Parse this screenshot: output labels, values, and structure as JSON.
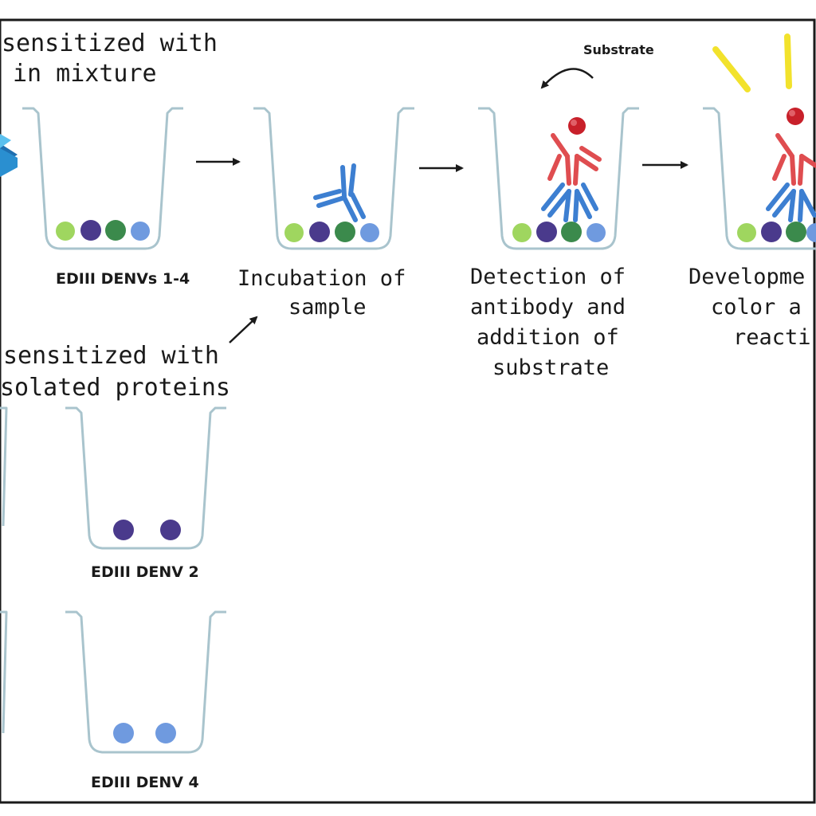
{
  "colors": {
    "frame": "#1a1a1a",
    "well_outline": "#a9c4cd",
    "protein_denv1": "#9fd65f",
    "protein_denv2": "#4a3a8c",
    "protein_denv3": "#3b8a4c",
    "protein_denv4": "#6f9adf",
    "primary_antibody": "#3d7fd1",
    "secondary_antibody": "#df4d50",
    "enzyme": "#c8202a",
    "light_rays": "#f2e22c",
    "plate": "#3a9fd8"
  },
  "icons": [
    "microplate-icon",
    "antibody-icon",
    "enzyme-icon",
    "light-ray-icon"
  ],
  "texts": {
    "plate_mixture_line1": "sensitized with",
    "plate_mixture_line2": "in mixture",
    "well_mix_label": "EDIII DENVs 1-4",
    "incubation_line1": "Incubation of",
    "incubation_line2": "sample",
    "detection_line1": "Detection of",
    "detection_line2": "antibody and",
    "detection_line3": "addition of",
    "detection_line4": "substrate",
    "development_line1": "Developme",
    "development_line2": "color a",
    "development_line3": "reacti",
    "substrate_label": "Substrate",
    "plate_isolated_line1": "sensitized with",
    "plate_isolated_line2": "solated proteins",
    "well_denv2_label": "EDIII DENV 2",
    "well_denv4_label": "EDIII DENV 4"
  }
}
